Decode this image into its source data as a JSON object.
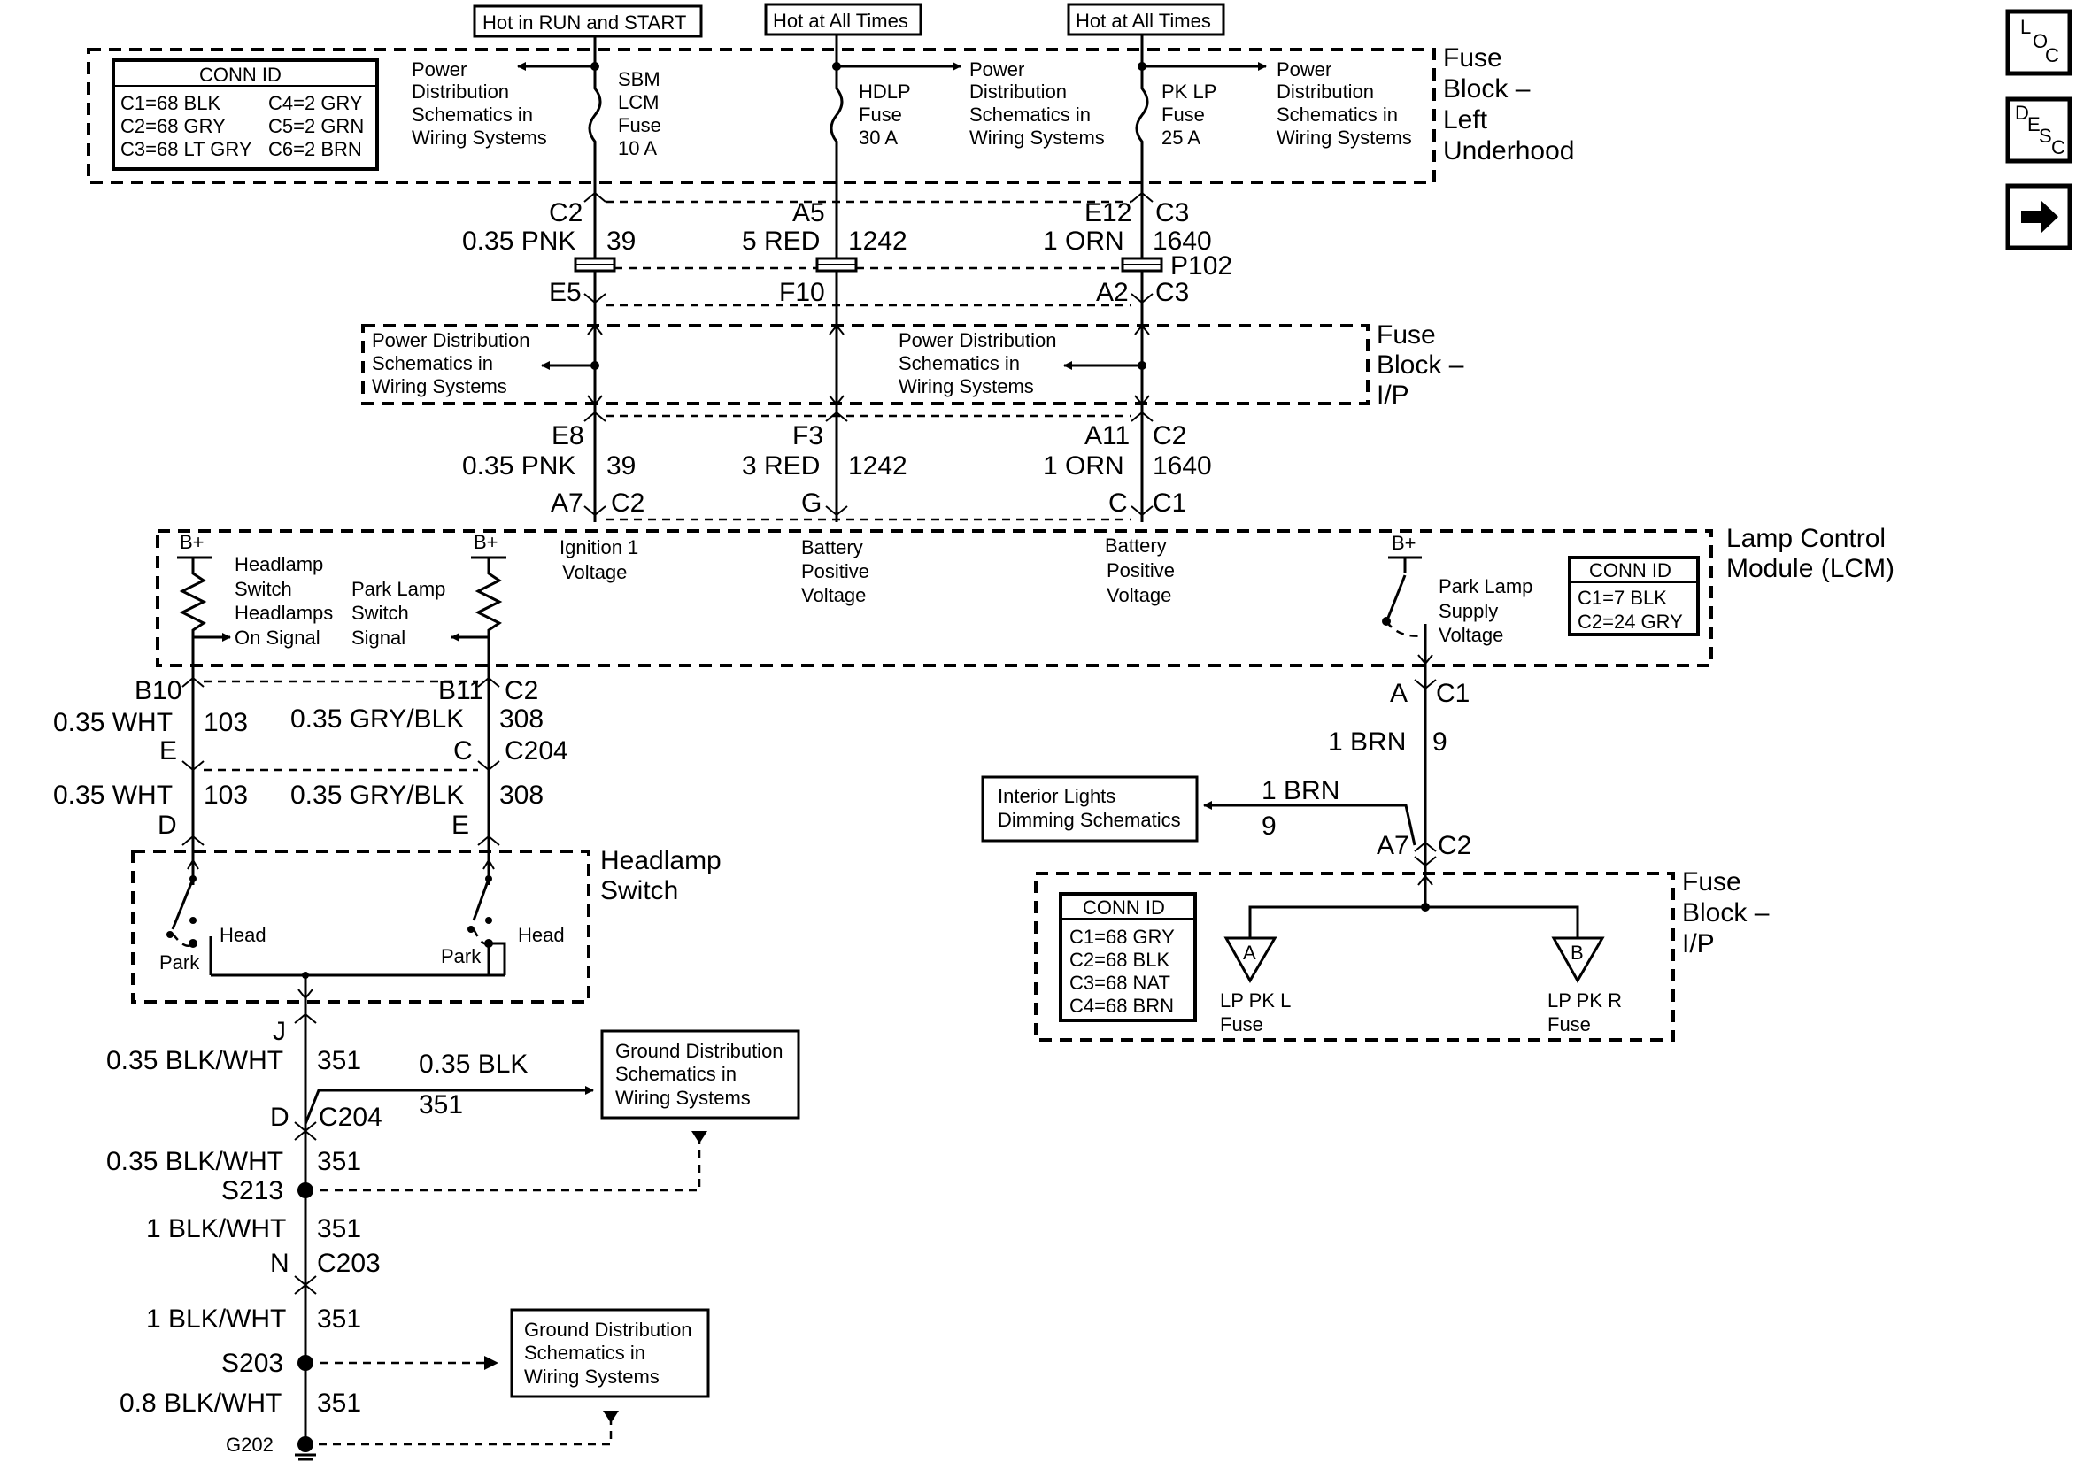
{
  "top_labels": {
    "hot_run_start": "Hot in RUN and START",
    "hot_all_times_1": "Hot at All Times",
    "hot_all_times_2": "Hot at All Times"
  },
  "fuse_block_underhood": {
    "title": [
      "Fuse",
      "Block –",
      "Left",
      "Underhood"
    ],
    "conn_id": {
      "title": "CONN ID",
      "rows": [
        [
          "C1=68 BLK",
          "C4=2 GRY"
        ],
        [
          "C2=68 GRY",
          "C5=2 GRN"
        ],
        [
          "C3=68 LT GRY",
          "C6=2 BRN"
        ]
      ]
    },
    "pd_ref": [
      "Power",
      "Distribution",
      "Schematics in",
      "Wiring Systems"
    ],
    "fuse1": [
      "SBM",
      "LCM",
      "Fuse",
      "10 A"
    ],
    "fuse2": [
      "HDLP",
      "Fuse",
      "30 A"
    ],
    "fuse3": [
      "PK LP",
      "Fuse",
      "25 A"
    ]
  },
  "upper_conn": {
    "w1": {
      "pin_top": "C2",
      "wire": "0.35 PNK",
      "circuit": "39",
      "pin_bot": "E5"
    },
    "w2": {
      "pin_top": "A5",
      "wire": "5 RED",
      "circuit": "1242",
      "pin_bot": "F10"
    },
    "w3": {
      "pin_top": "E12",
      "conn": "C3",
      "wire": "1 ORN",
      "circuit": "1640",
      "pin_bot": "A2",
      "conn_bot": "C3"
    },
    "p102": "P102"
  },
  "fuse_block_ip_1": {
    "title": [
      "Fuse",
      "Block –",
      "I/P"
    ],
    "pd_ref": [
      "Power Distribution",
      "Schematics in",
      "Wiring Systems"
    ]
  },
  "mid_conn": {
    "w1": {
      "pin_top": "E8",
      "wire": "0.35 PNK",
      "circuit": "39",
      "pin_bot": "A7",
      "conn_bot": "C2"
    },
    "w2": {
      "pin_top": "F3",
      "wire": "3 RED",
      "circuit": "1242",
      "pin_bot": "G"
    },
    "w3": {
      "pin_top": "A11",
      "conn_top": "C2",
      "wire": "1 ORN",
      "circuit": "1640",
      "pin_bot": "C",
      "conn_bot": "C1"
    }
  },
  "lcm": {
    "title": [
      "Lamp Control",
      "Module (LCM)"
    ],
    "bplus": "B+",
    "hl_sw": [
      "Headlamp",
      "Switch",
      "Headlamps",
      "On Signal"
    ],
    "pk_sw": [
      "Park Lamp",
      "Switch",
      "Signal"
    ],
    "ign": [
      "Ignition 1",
      "Voltage"
    ],
    "batt1": [
      "Battery",
      "Positive",
      "Voltage"
    ],
    "batt2": [
      "Battery",
      "Positive",
      "Voltage"
    ],
    "pk_supply": [
      "Park Lamp",
      "Supply",
      "Voltage"
    ],
    "conn_id": {
      "title": "CONN ID",
      "rows": [
        "C1=7 BLK",
        "C2=24 GRY"
      ]
    }
  },
  "lower_left": {
    "b10": "B10",
    "b11": "B11",
    "c2": "C2",
    "w103_wire": "0.35 WHT",
    "w103_circ": "103",
    "w308_wire": "0.35 GRY/BLK",
    "w308_circ": "308",
    "pin_e": "E",
    "pin_c": "C",
    "c204": "C204",
    "pin_d": "D",
    "pin_e2": "E"
  },
  "headlamp_switch": {
    "title": [
      "Headlamp",
      "Switch"
    ],
    "head": "Head",
    "park": "Park"
  },
  "ground_path": {
    "pin_j": "J",
    "w1_wire": "0.35 BLK/WHT",
    "w1_circ": "351",
    "branch_wire": "0.35 BLK",
    "branch_circ": "351",
    "pin_d": "D",
    "c204": "C204",
    "w2_wire": "0.35 BLK/WHT",
    "w2_circ": "351",
    "s213": "S213",
    "w3_wire": "1 BLK/WHT",
    "w3_circ": "351",
    "pin_n": "N",
    "c203": "C203",
    "w4_wire": "1 BLK/WHT",
    "w4_circ": "351",
    "s203": "S203",
    "w5_wire": "0.8 BLK/WHT",
    "w5_circ": "351",
    "g202": "G202",
    "gd_ref1": [
      "Ground Distribution",
      "Schematics in",
      "Wiring Systems"
    ],
    "gd_ref2": [
      "Ground Distribution",
      "Schematics in",
      "Wiring Systems"
    ]
  },
  "right_path": {
    "pin_a": "A",
    "c1": "C1",
    "wire": "1 BRN",
    "circ": "9",
    "branch_wire": "1 BRN",
    "branch_circ": "9",
    "interior": [
      "Interior Lights",
      "Dimming Schematics"
    ],
    "pin_a7": "A7",
    "c2": "C2"
  },
  "fuse_block_ip_2": {
    "title": [
      "Fuse",
      "Block –",
      "I/P"
    ],
    "conn_id": {
      "title": "CONN ID",
      "rows": [
        "C1=68 GRY",
        "C2=68 BLK",
        "C3=68 NAT",
        "C4=68 BRN"
      ]
    },
    "fuse_a": {
      "letter": "A",
      "label": [
        "LP PK L",
        "Fuse"
      ]
    },
    "fuse_b": {
      "letter": "B",
      "label": [
        "LP PK R",
        "Fuse"
      ]
    }
  },
  "nav": {
    "loc": [
      "L",
      "O",
      "C"
    ],
    "desc": [
      "D",
      "E",
      "S",
      "C"
    ],
    "next_icon": "arrow-right-icon"
  }
}
